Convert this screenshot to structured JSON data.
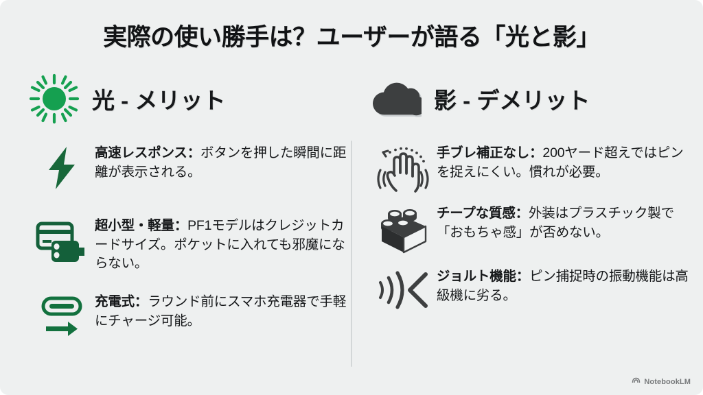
{
  "slide": {
    "title": "実際の使い勝手は？ユーザーが語る「光と影」",
    "background_color": "#eef0f0",
    "accent_green": "#18803f",
    "accent_dark": "#3d3f40",
    "text_color": "#16181a"
  },
  "columns": {
    "left": {
      "header_icon": "sun-icon",
      "title": "光 - メリット",
      "items": [
        {
          "icon": "lightning-bolt-icon",
          "label": "高速レスポンス",
          "separator": "：",
          "body": "ボタンを押した瞬間に距離が表示される。"
        },
        {
          "icon": "credit-card-device-icon",
          "label": "超小型・軽量",
          "separator": "：",
          "body": "PF1モデルはクレジットカードサイズ。ポケットに入れても邪魔にならない。"
        },
        {
          "icon": "usb-c-charge-icon",
          "label": "充電式",
          "separator": "：",
          "body": "ラウンド前にスマホ充電器で手軽にチャージ可能。"
        }
      ]
    },
    "right": {
      "header_icon": "cloud-icon",
      "title": "影 - デメリット",
      "items": [
        {
          "icon": "shaking-hand-icon",
          "label": "手ブレ補正なし",
          "separator": "：",
          "body": "200ヤード超えではピンを捉えにくい。慣れが必要。"
        },
        {
          "icon": "toy-brick-icon",
          "label": "チープな質感",
          "separator": "：",
          "body": "外装はプラスチック製で「おもちゃ感」が否めない。"
        },
        {
          "icon": "vibration-waves-icon",
          "label": "ジョルト機能",
          "separator": "：",
          "body": "ピン捕捉時の振動機能は高級機に劣る。"
        }
      ]
    }
  },
  "footer": {
    "icon": "notebooklm-logo-icon",
    "label": "NotebookLM"
  }
}
